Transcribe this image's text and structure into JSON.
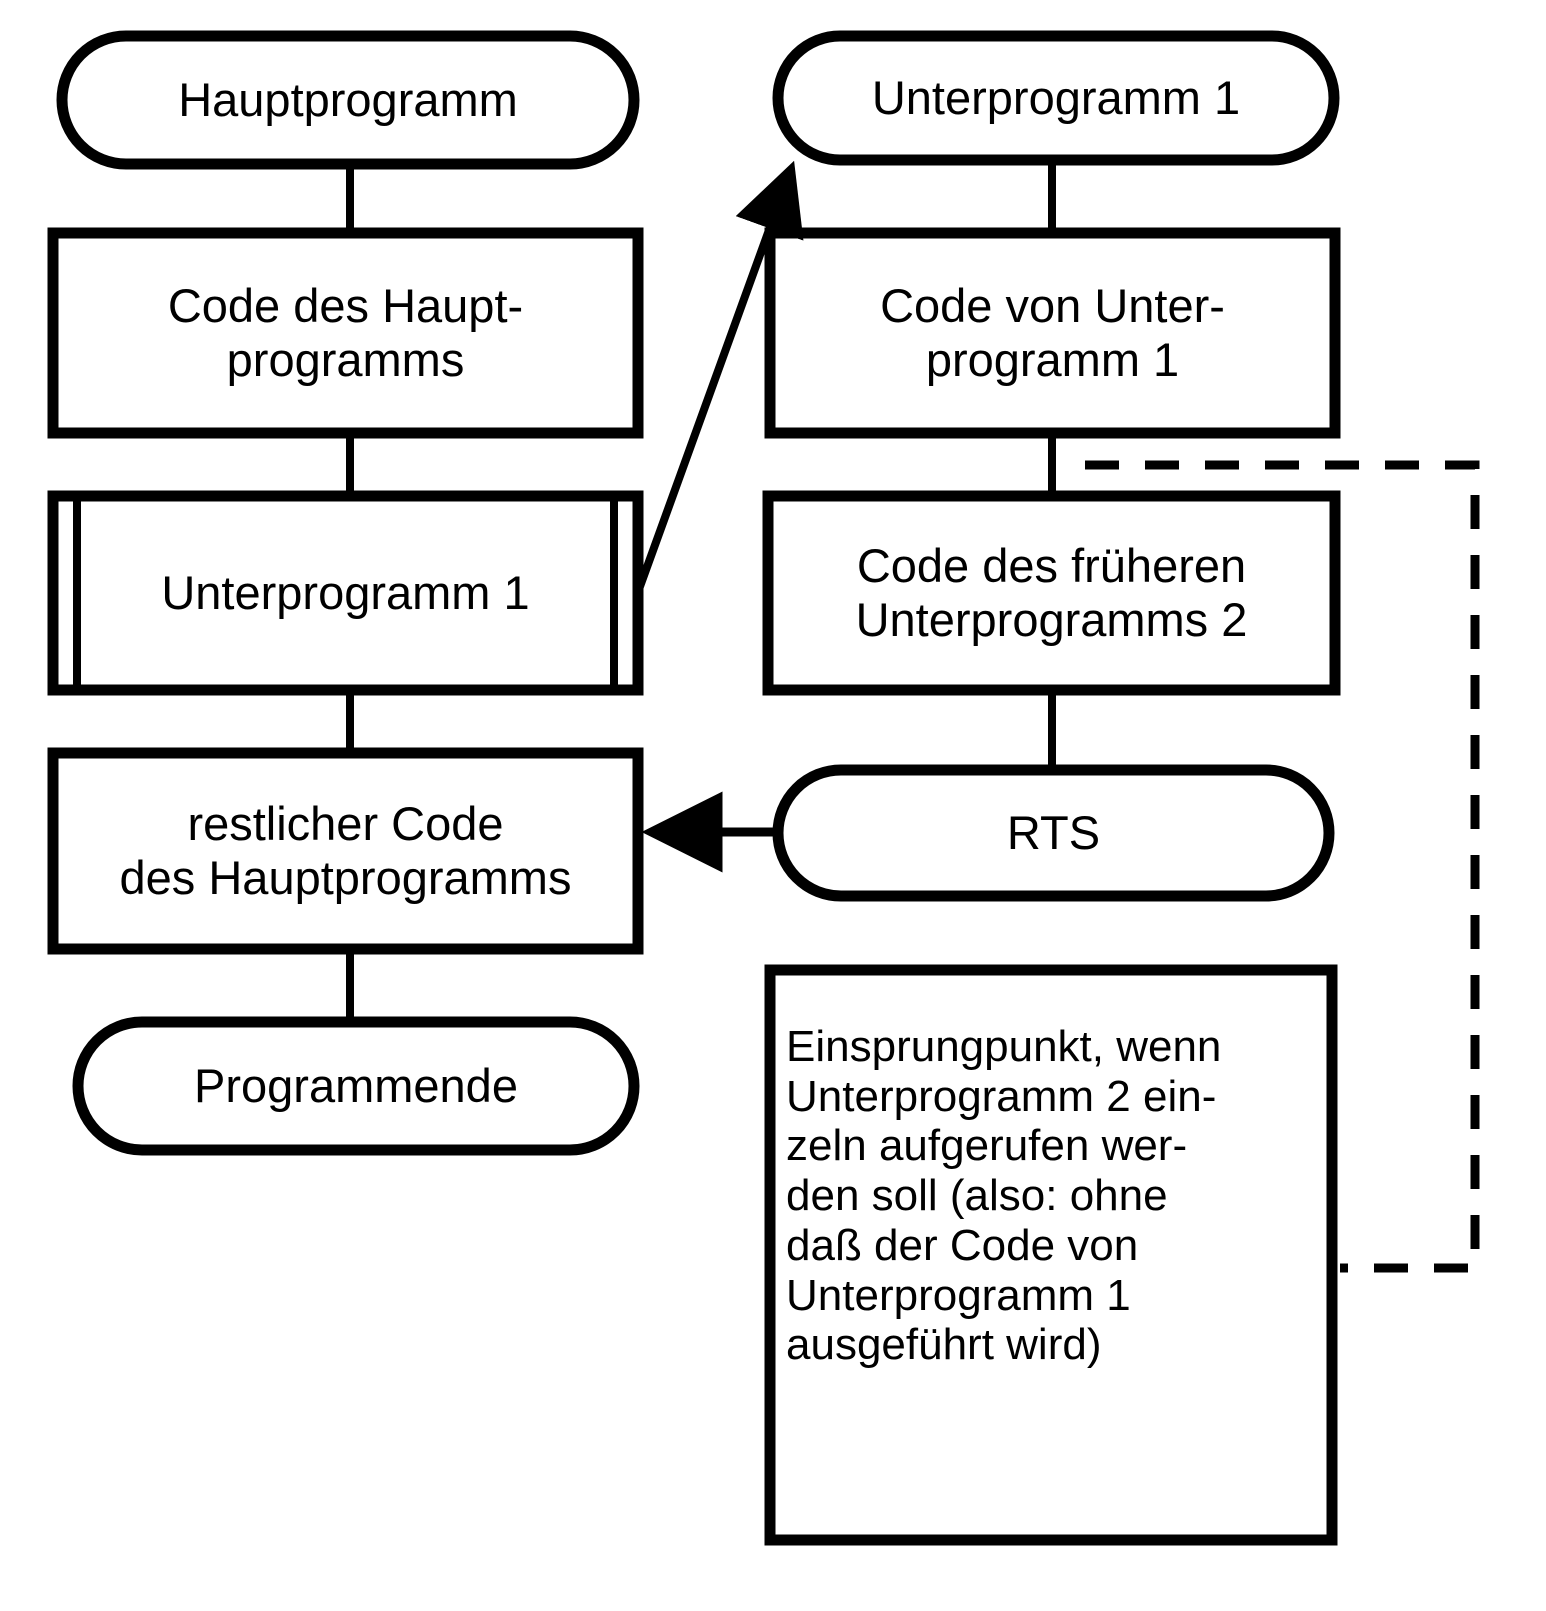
{
  "diagram": {
    "title": "Unterprogramm-Aufruf Flussdiagramm",
    "stroke_color": "#000000",
    "fill_color": "#ffffff",
    "columns": {
      "left": "Hauptprogramm",
      "right": "Unterprogramm"
    },
    "nodes": [
      {
        "id": "hauptprogramm",
        "shape": "terminal",
        "label": "Hauptprogramm",
        "column": "left"
      },
      {
        "id": "code-des-hauptprogramms",
        "shape": "process",
        "label": "Code des Haupt-\nprogramms",
        "column": "left"
      },
      {
        "id": "unterprogramm-1-call",
        "shape": "predefined-process",
        "label": "Unterprogramm 1",
        "column": "left"
      },
      {
        "id": "restlicher-code",
        "shape": "process",
        "label": "restlicher Code\ndes Hauptprogramms",
        "column": "left"
      },
      {
        "id": "programmende",
        "shape": "terminal",
        "label": "Programmende",
        "column": "left"
      },
      {
        "id": "unterprogramm-1-entry",
        "shape": "terminal",
        "label": "Unterprogramm 1",
        "column": "right"
      },
      {
        "id": "code-von-unterprogramm-1",
        "shape": "process",
        "label": "Code von Unter-\nprogramm 1",
        "column": "right"
      },
      {
        "id": "code-des-fruheren-unterprogramms-2",
        "shape": "process",
        "label": "Code des früheren\nUnterprogramms 2",
        "column": "right"
      },
      {
        "id": "rts",
        "shape": "terminal",
        "label": "RTS",
        "column": "right"
      },
      {
        "id": "einsprungpunkt-note",
        "shape": "note",
        "label": "Einsprungpunkt, wenn\nUnterprogramm 2 ein-\nzeln aufgerufen wer-\nden soll (also: ohne\ndaß der Code von\nUnterprogramm 1\nausgeführt wird)",
        "column": "right"
      }
    ],
    "connectors": [
      {
        "id": "conn-haupt-to-code",
        "from": "hauptprogramm",
        "to": "code-des-hauptprogramms",
        "style": "solid",
        "arrow": "none"
      },
      {
        "id": "conn-code-to-call",
        "from": "code-des-hauptprogramms",
        "to": "unterprogramm-1-call",
        "style": "solid",
        "arrow": "none"
      },
      {
        "id": "conn-call-to-rest",
        "from": "unterprogramm-1-call",
        "to": "restlicher-code",
        "style": "solid",
        "arrow": "none"
      },
      {
        "id": "conn-rest-to-ende",
        "from": "restlicher-code",
        "to": "programmende",
        "style": "solid",
        "arrow": "none"
      },
      {
        "id": "conn-call-to-entry",
        "from": "unterprogramm-1-call",
        "to": "unterprogramm-1-entry",
        "style": "solid",
        "arrow": "end"
      },
      {
        "id": "conn-entry-to-code1",
        "from": "unterprogramm-1-entry",
        "to": "code-von-unterprogramm-1",
        "style": "solid",
        "arrow": "none"
      },
      {
        "id": "conn-code1-to-code2",
        "from": "code-von-unterprogramm-1",
        "to": "code-des-fruheren-unterprogramms-2",
        "style": "solid",
        "arrow": "none"
      },
      {
        "id": "conn-code2-to-rts",
        "from": "code-des-fruheren-unterprogramms-2",
        "to": "rts",
        "style": "solid",
        "arrow": "none"
      },
      {
        "id": "conn-rts-to-rest",
        "from": "rts",
        "to": "restlicher-code",
        "style": "solid",
        "arrow": "end"
      },
      {
        "id": "conn-note-to-entrypoint",
        "from": "einsprungpunkt-note",
        "to": "conn-code1-to-code2",
        "style": "dashed",
        "arrow": "none"
      }
    ]
  }
}
